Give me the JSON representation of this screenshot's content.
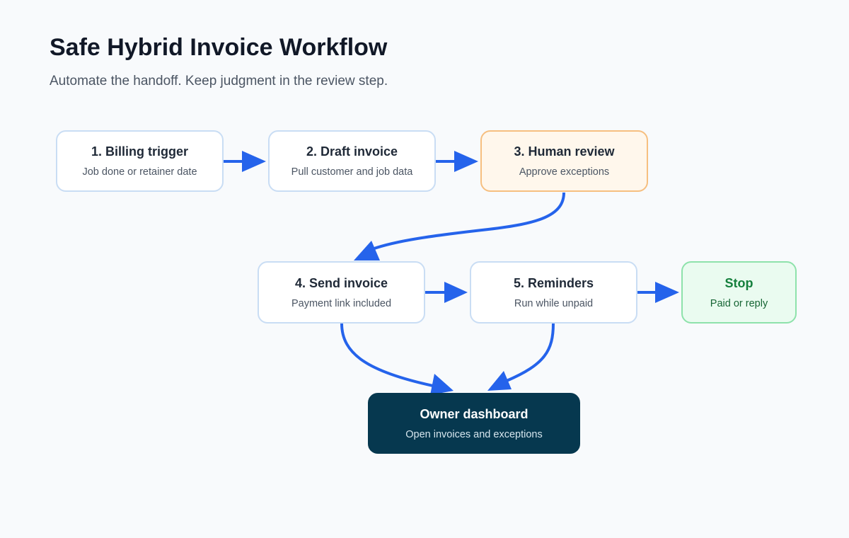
{
  "header": {
    "title": "Safe Hybrid Invoice Workflow",
    "subtitle": "Automate the handoff. Keep judgment in the review step."
  },
  "nodes": [
    {
      "id": "trigger",
      "title": "1. Billing trigger",
      "subtitle": "Job done or retainer date"
    },
    {
      "id": "draft",
      "title": "2. Draft invoice",
      "subtitle": "Pull customer and job data"
    },
    {
      "id": "review",
      "title": "3. Human review",
      "subtitle": "Approve exceptions"
    },
    {
      "id": "send",
      "title": "4. Send invoice",
      "subtitle": "Payment link included"
    },
    {
      "id": "reminders",
      "title": "5. Reminders",
      "subtitle": "Run while unpaid"
    },
    {
      "id": "stop",
      "title": "Stop",
      "subtitle": "Paid or reply"
    },
    {
      "id": "dashboard",
      "title": "Owner dashboard",
      "subtitle": "Open invoices and exceptions"
    }
  ],
  "edges": [
    {
      "from": "trigger",
      "to": "draft"
    },
    {
      "from": "draft",
      "to": "review"
    },
    {
      "from": "review",
      "to": "send"
    },
    {
      "from": "send",
      "to": "reminders"
    },
    {
      "from": "reminders",
      "to": "stop"
    },
    {
      "from": "send",
      "to": "dashboard"
    },
    {
      "from": "reminders",
      "to": "dashboard"
    }
  ],
  "colors": {
    "arrow": "#2563eb",
    "node_border": "#c9ddf4",
    "review_fill": "#fff7ec",
    "review_border": "#f6bf80",
    "stop_fill": "#eafbf0",
    "stop_border": "#8ee2ab",
    "dashboard_fill": "#06384f"
  }
}
